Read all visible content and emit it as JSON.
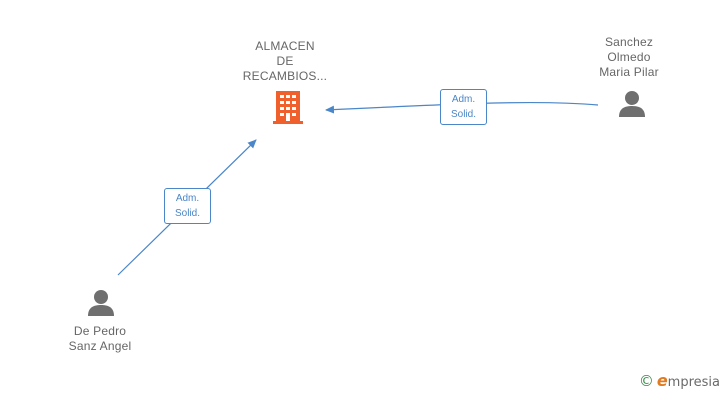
{
  "nodes": {
    "company": {
      "lines": [
        "ALMACEN",
        "DE",
        "RECAMBIOS..."
      ],
      "icon": "building-icon",
      "color": "#f0602c"
    },
    "person_top_right": {
      "lines": [
        "Sanchez",
        "Olmedo",
        "Maria Pilar"
      ],
      "icon": "person-icon",
      "color": "#6f6f6f"
    },
    "person_bottom_left": {
      "lines": [
        "De Pedro",
        "Sanz Angel"
      ],
      "icon": "person-icon",
      "color": "#6f6f6f"
    }
  },
  "edges": {
    "top_right_to_company": {
      "lines": [
        "Adm.",
        "Solid."
      ]
    },
    "bottom_left_to_company": {
      "lines": [
        "Adm.",
        "Solid."
      ]
    }
  },
  "colors": {
    "edge": "#4a86c8",
    "label": "#666666"
  },
  "footer": {
    "copyright_symbol": "©",
    "brand_initial": "e",
    "brand_rest": "mpresia"
  }
}
